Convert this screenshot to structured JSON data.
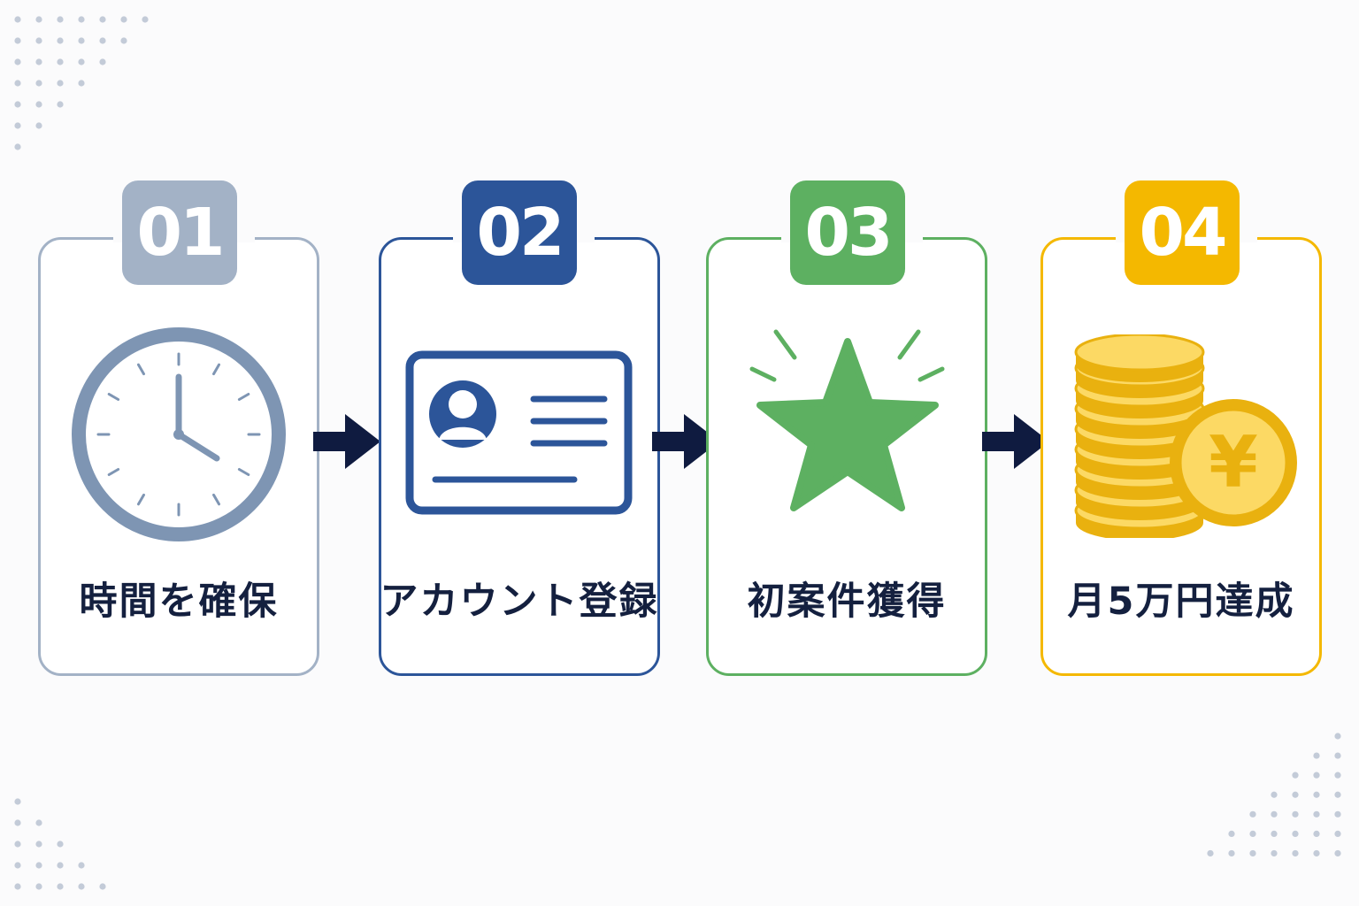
{
  "steps": [
    {
      "number": "01",
      "label": "時間を確保",
      "color": "#a3b2c6",
      "icon": "clock-icon"
    },
    {
      "number": "02",
      "label": "アカウント登録",
      "color": "#2c5599",
      "icon": "profile-card-icon"
    },
    {
      "number": "03",
      "label": "初案件獲得",
      "color": "#5db061",
      "icon": "star-icon"
    },
    {
      "number": "04",
      "label": "月5万円達成",
      "color": "#f4b800",
      "icon": "yen-coins-icon"
    }
  ],
  "yen_symbol": "¥",
  "colors": {
    "arrow": "#0f1b40",
    "clock": "#7e95b3",
    "card": "#2c5599",
    "star": "#5db061",
    "coin": "#e9b10f",
    "coin_fill": "#fcd964",
    "decor_dots": "#c3cbd8"
  }
}
